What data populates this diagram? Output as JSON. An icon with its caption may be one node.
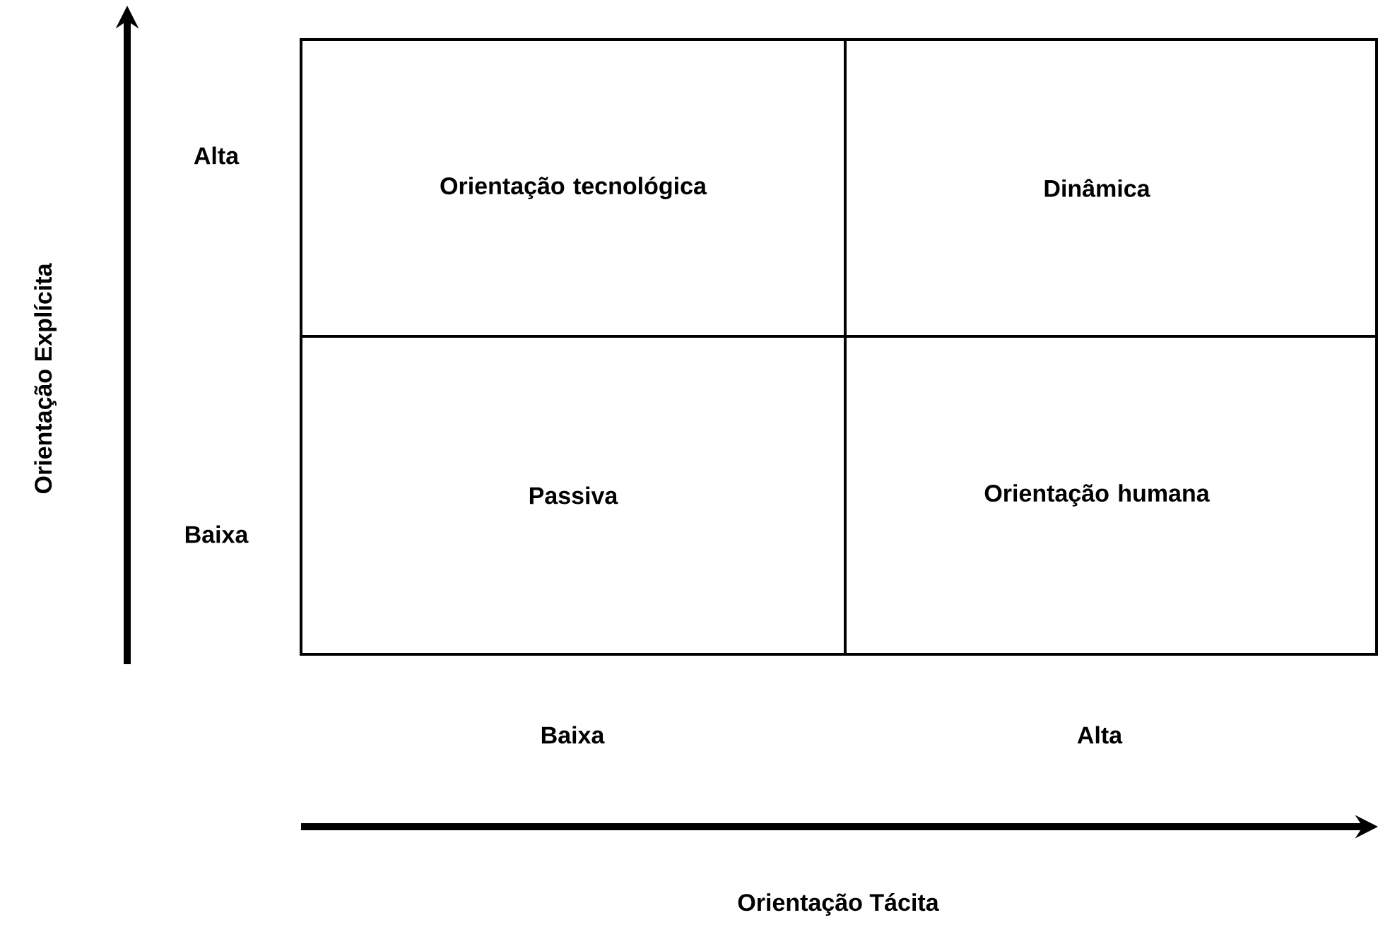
{
  "diagram": {
    "nodes": [
      {
        "text": [
          "Orientação tecnológica"
        ]
      },
      {
        "text": [
          "Dinâmica"
        ]
      },
      {
        "text": [
          "Passiva"
        ]
      },
      {
        "text": [
          "Orientação humana"
        ]
      }
    ],
    "labels": [
      "Orientação Explícita",
      "Alta",
      "Baixa",
      "Baixa",
      "Alta",
      "Orientação Tácita"
    ]
  }
}
